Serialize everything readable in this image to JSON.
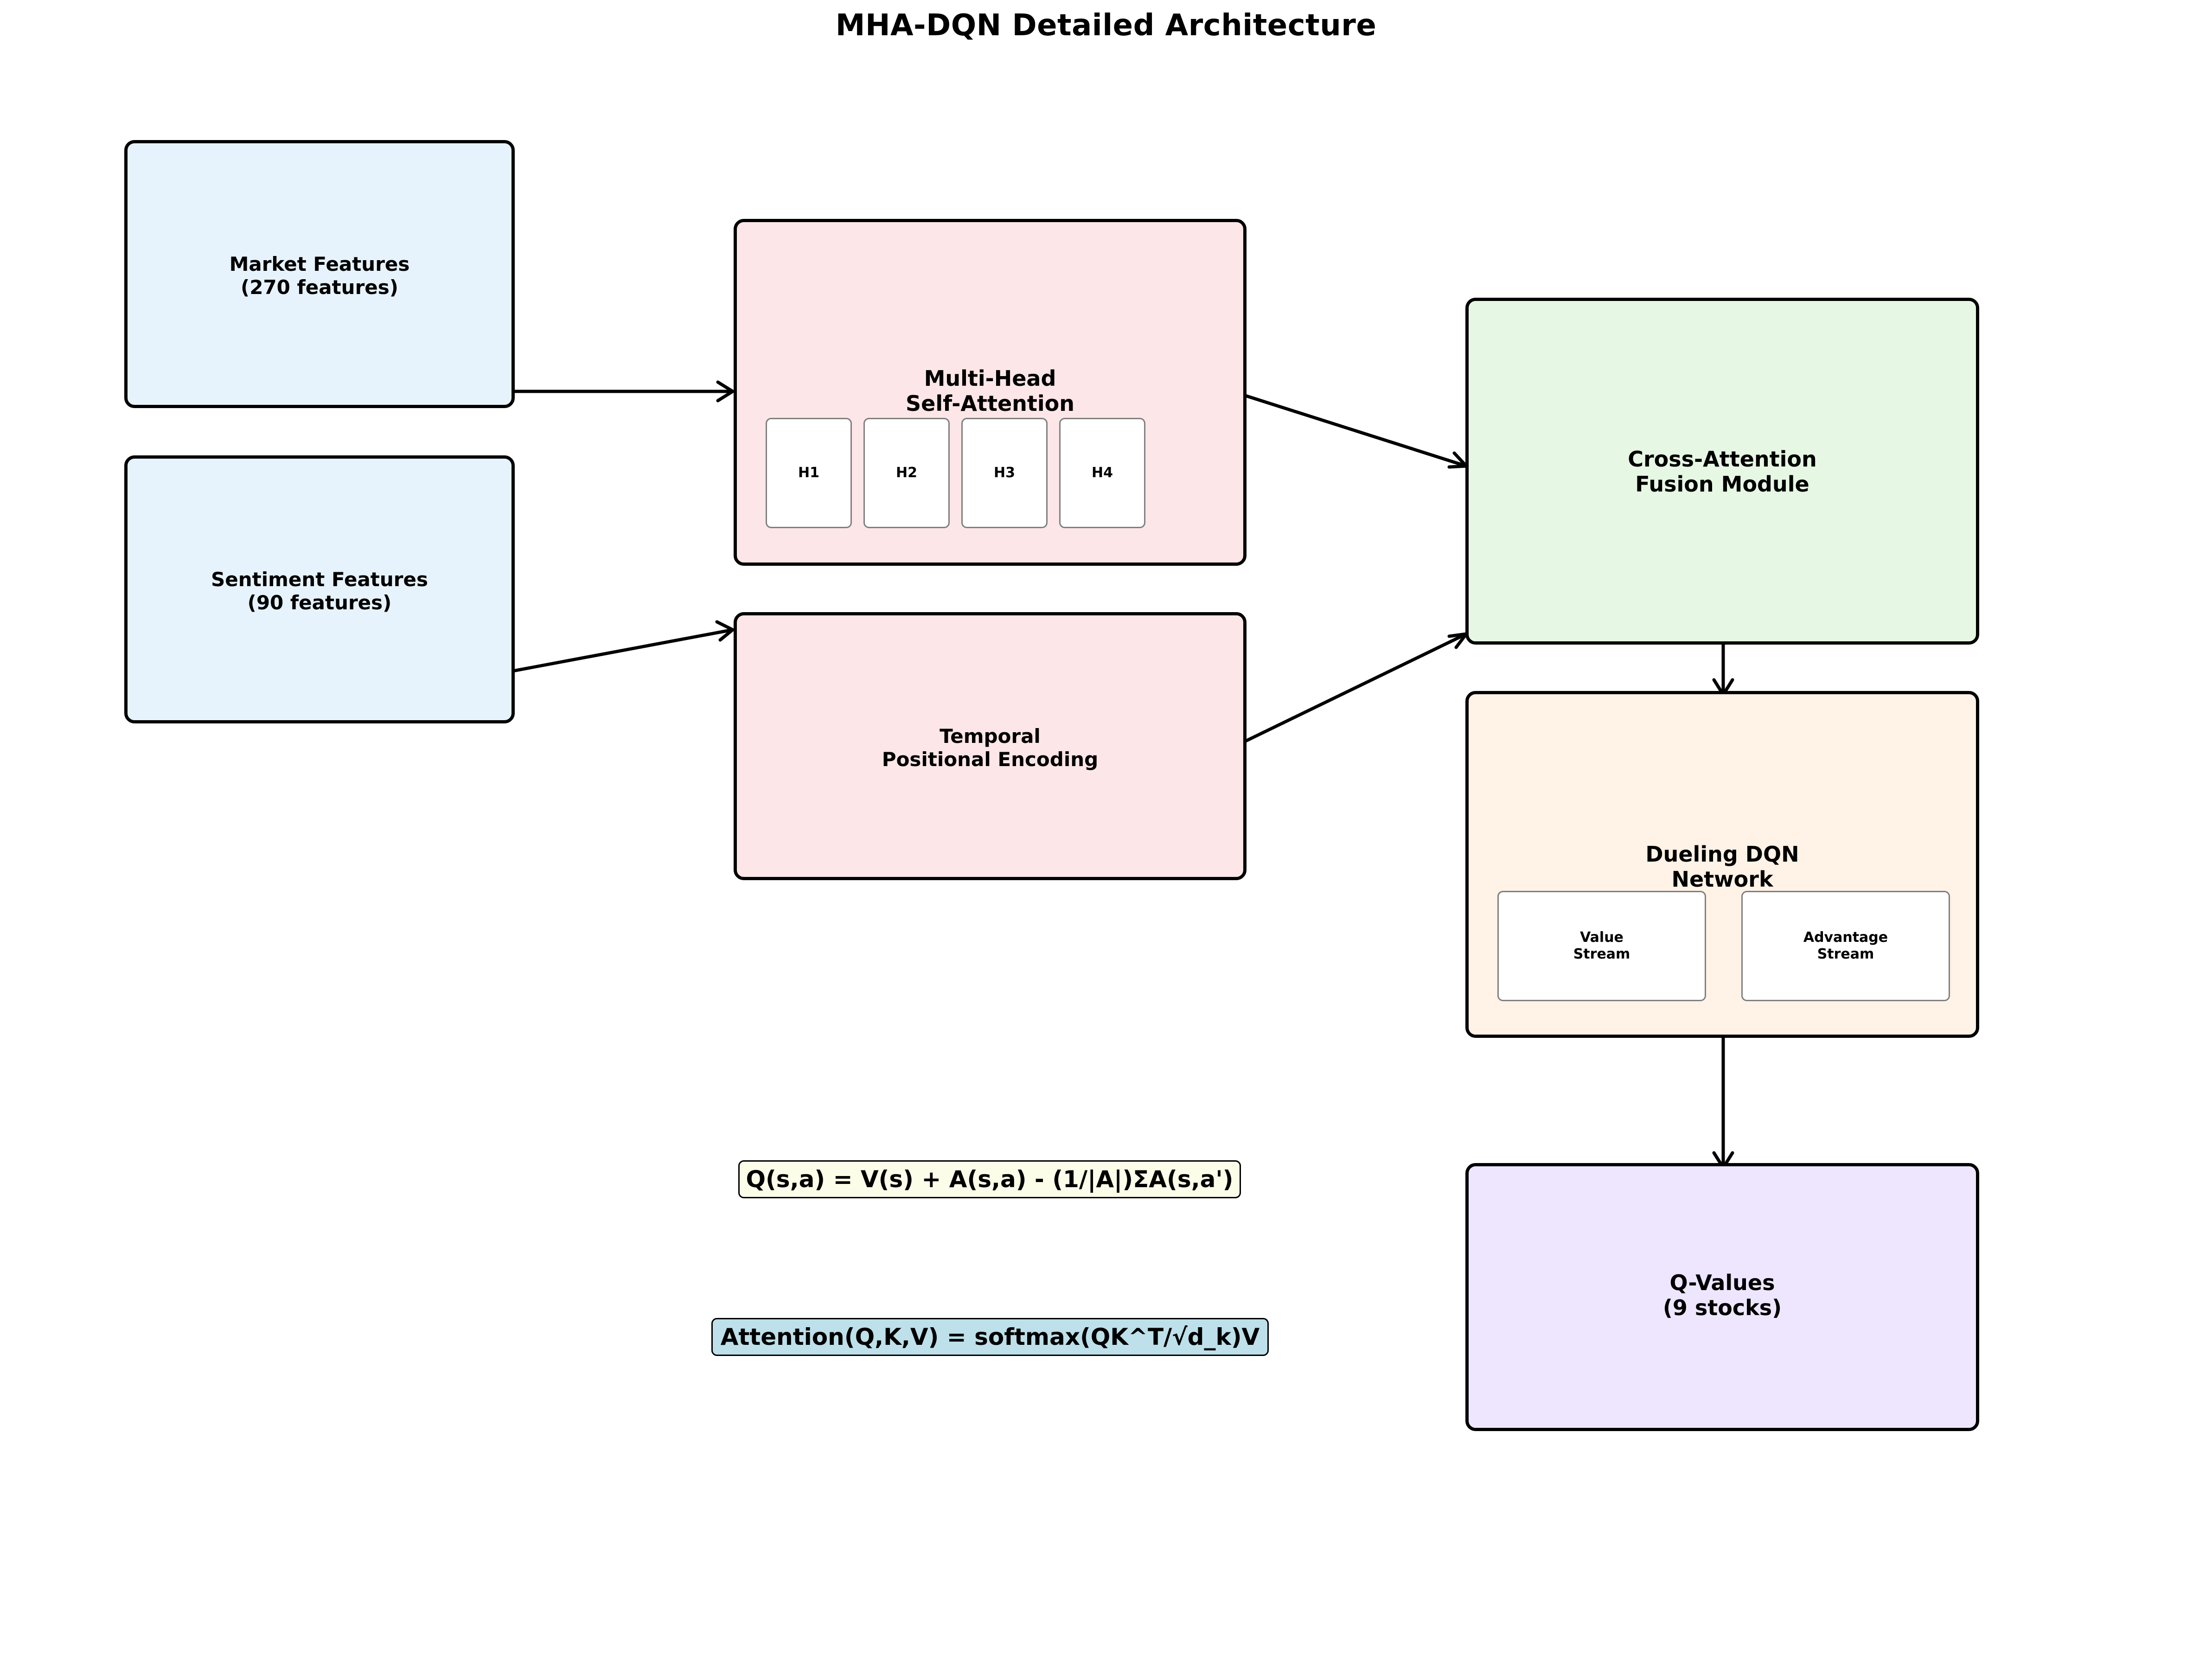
{
  "title": "MHA-DQN Detailed Architecture",
  "colors": {
    "input_fill": "#e6f3fc",
    "attention_fill": "#fde6e7",
    "fusion_fill": "#e6f7e4",
    "dqn_fill": "#fff2e6",
    "output_fill": "#eee6ff",
    "formula_q_fill": "#fcfde8",
    "formula_attention_fill": "#bde0ea",
    "border": "#000000",
    "subbox_border": "#808080"
  },
  "blocks": {
    "market_features": "Market Features\n(270 features)",
    "sentiment_features": "Sentiment Features\n(90 features)",
    "multi_head_attention": {
      "label": "Multi-Head\nSelf-Attention",
      "heads": [
        "H1",
        "H2",
        "H3",
        "H4"
      ]
    },
    "temporal_encoding": "Temporal\nPositional Encoding",
    "cross_attention": "Cross-Attention\nFusion Module",
    "dueling_dqn": {
      "label": "Dueling DQN\nNetwork",
      "streams": [
        "Value\nStream",
        "Advantage\nStream"
      ]
    },
    "q_values": "Q-Values\n(9 stocks)"
  },
  "formulas": {
    "dueling": "Q(s,a) = V(s) + A(s,a) - (1/|A|)ΣA(s,a')",
    "attention": "Attention(Q,K,V) = softmax(QK^T/√d_k)V"
  }
}
